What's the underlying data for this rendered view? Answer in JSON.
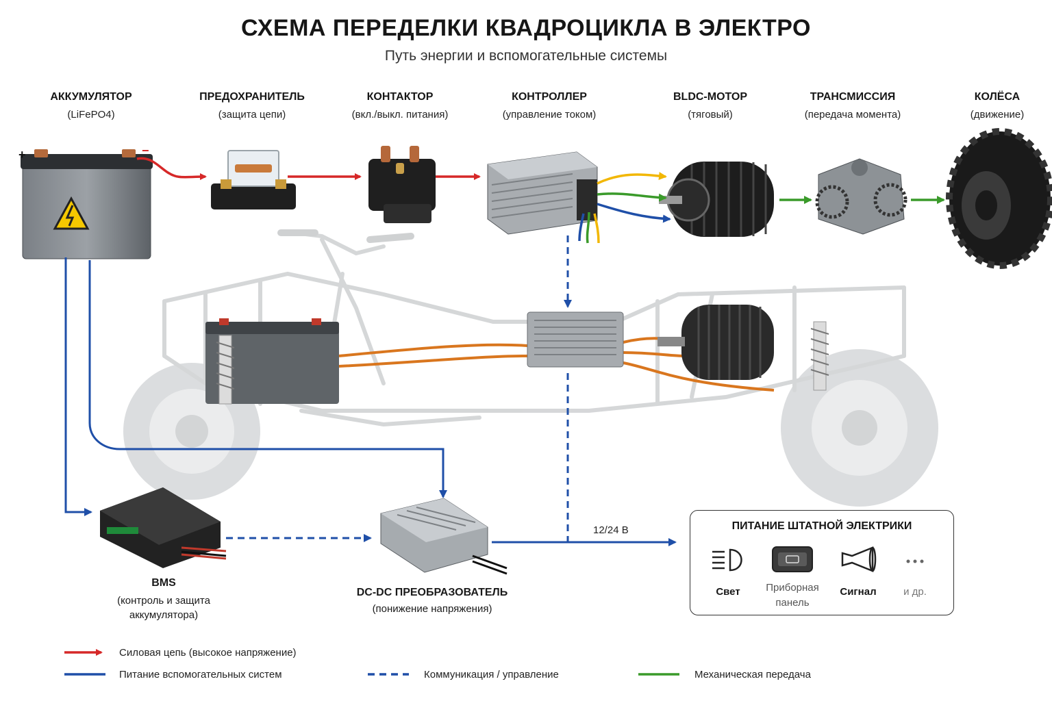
{
  "title": "СХЕМА ПЕРЕДЕЛКИ КВАДРОЦИКЛА В ЭЛЕКТРО",
  "subtitle": "Путь энергии и вспомогательные системы",
  "components": [
    {
      "name": "АККУМУЛЯТОР",
      "sub": "(LiFePO4)"
    },
    {
      "name": "ПРЕДОХРАНИТЕЛЬ",
      "sub": "(защита цепи)"
    },
    {
      "name": "КОНТАКТОР",
      "sub": "(вкл./выкл. питания)"
    },
    {
      "name": "КОНТРОЛЛЕР",
      "sub": "(управление током)"
    },
    {
      "name": "BLDC-МОТОР",
      "sub": "(тяговый)"
    },
    {
      "name": "ТРАНСМИССИЯ",
      "sub": "(передача момента)"
    },
    {
      "name": "КОЛЁСА",
      "sub": "(движение)"
    }
  ],
  "battery_terminals": {
    "plus": "+",
    "minus": "−"
  },
  "bms": {
    "name": "BMS",
    "sub": "(контроль и защита аккумулятора)"
  },
  "dcdc": {
    "name": "DC-DC ПРЕОБРАЗОВАТЕЛЬ",
    "sub": "(понижение напряжения)"
  },
  "voltage_label": "12/24 В",
  "aux_power": {
    "title": "ПИТАНИЕ ШТАТНОЙ ЭЛЕКТРИКИ",
    "items": [
      {
        "label": "Свет",
        "icon": "headlight-icon"
      },
      {
        "label": "Приборная панель",
        "icon": "dashboard-icon"
      },
      {
        "label": "Сигнал",
        "icon": "horn-icon"
      },
      {
        "label": "и др.",
        "icon": "more-icon"
      }
    ]
  },
  "legend": [
    {
      "label": "Силовая цепь (высокое напряжение)",
      "color": "#d62828",
      "style": "arrow"
    },
    {
      "label": "Питание вспомогательных систем",
      "color": "#1f4fa8",
      "style": "solid"
    },
    {
      "label": "Коммуникация / управление",
      "color": "#1f4fa8",
      "style": "dashed"
    },
    {
      "label": "Механическая передача",
      "color": "#3a9a2a",
      "style": "solid"
    }
  ],
  "colors": {
    "power": "#d62828",
    "aux": "#1f4fa8",
    "mechanical": "#3a9a2a",
    "phase_yellow": "#f2b705"
  }
}
